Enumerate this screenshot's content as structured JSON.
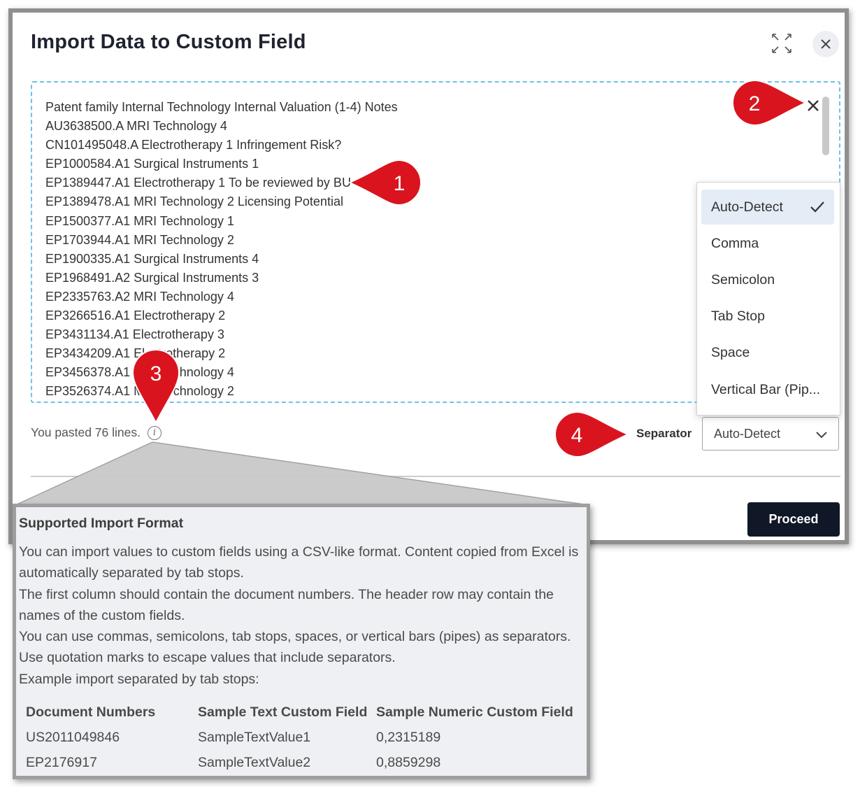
{
  "dialog": {
    "title": "Import Data to Custom Field",
    "expand_icon": "expand-icon",
    "close_icon": "close-icon"
  },
  "paste_area": {
    "lines": [
      "Patent family Internal Technology Internal Valuation (1-4) Notes",
      "AU3638500.A MRI Technology 4",
      "CN101495048.A Electrotherapy 1 Infringement Risk?",
      "EP1000584.A1 Surgical Instruments 1",
      "EP1389447.A1 Electrotherapy 1 To be reviewed by BU",
      "EP1389478.A1 MRI Technology 2 Licensing Potential",
      "EP1500377.A1 MRI Technology 1",
      "EP1703944.A1 MRI Technology 2",
      "EP1900335.A1 Surgical Instruments 4",
      "EP1968491.A2 Surgical Instruments 3",
      "EP2335763.A2 MRI Technology 4",
      "EP3266516.A1 Electrotherapy 2",
      "EP3431134.A1 Electrotherapy 3",
      "EP3434209.A1 Electrotherapy 2",
      "EP3456378.A1 MRI Technology 4",
      "EP3526374.A1 MRI Technology 2"
    ],
    "clear_icon": "close-icon"
  },
  "footer": {
    "pasted_text": "You pasted 76 lines.",
    "info_icon": "info-icon",
    "separator_label": "Separator",
    "separator_value": "Auto-Detect",
    "proceed_label": "Proceed"
  },
  "separator_options": [
    {
      "label": "Auto-Detect",
      "selected": true
    },
    {
      "label": "Comma",
      "selected": false
    },
    {
      "label": "Semicolon",
      "selected": false
    },
    {
      "label": "Tab Stop",
      "selected": false
    },
    {
      "label": "Space",
      "selected": false
    },
    {
      "label": "Vertical Bar (Pip...",
      "selected": false
    }
  ],
  "callouts": [
    "1",
    "2",
    "3",
    "4"
  ],
  "tooltip": {
    "title": "Supported Import Format",
    "paragraphs": [
      "You can import values to custom fields using a CSV-like format. Content copied from Excel is automatically separated by tab stops.",
      "The first column should contain the document numbers. The header row may contain the names of the custom fields.",
      "You can use commas, semicolons, tab stops, spaces, or vertical bars (pipes) as separators.",
      "Use quotation marks to escape values that include separators.",
      "Example import separated by tab stops:"
    ],
    "table": {
      "headers": [
        "Document Numbers",
        "Sample Text Custom Field",
        "Sample Numeric Custom Field"
      ],
      "rows": [
        [
          "US2011049846",
          "SampleTextValue1",
          "0,2315189"
        ],
        [
          "EP2176917",
          "SampleTextValue2",
          "0,8859298"
        ]
      ]
    }
  },
  "colors": {
    "callout_red": "#d9141e",
    "paste_border": "#6cc3e6",
    "proceed_bg": "#101828",
    "selected_option_bg": "#e4ecf6"
  }
}
